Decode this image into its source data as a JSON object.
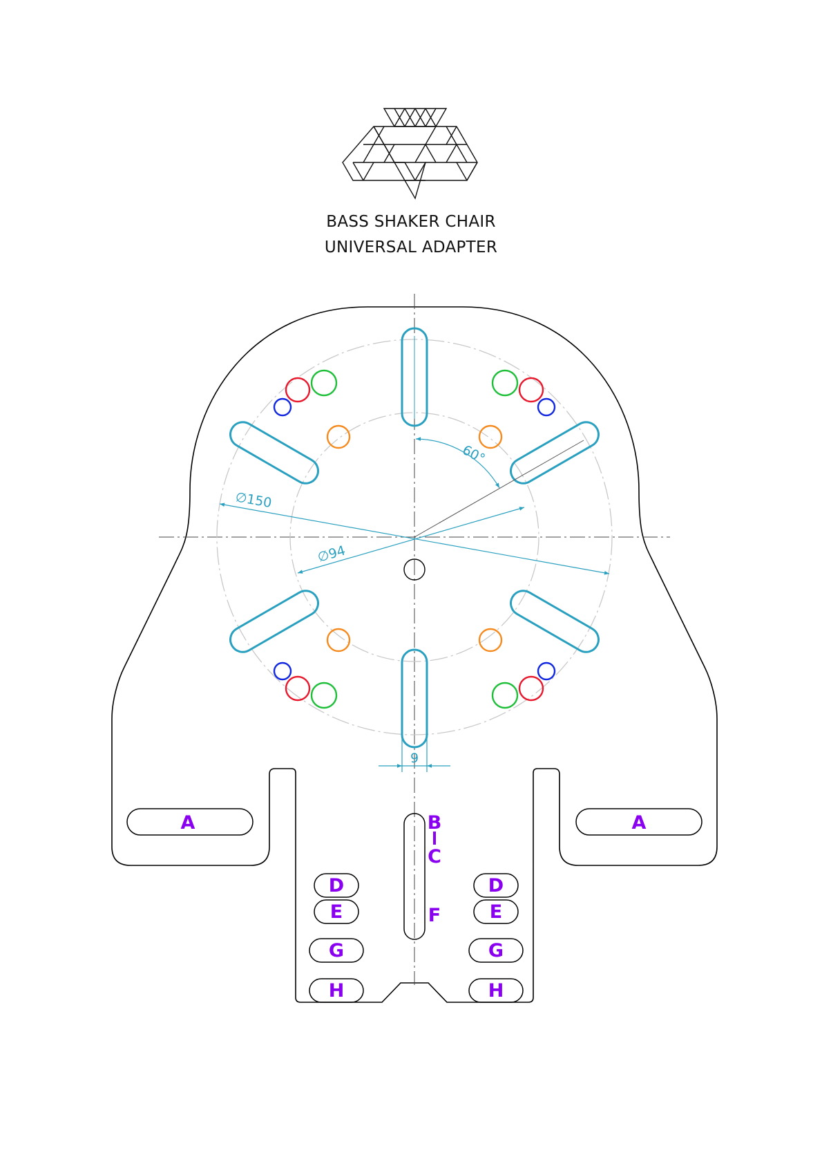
{
  "title_lines": [
    "BASS SHAKER CHAIR",
    "UNIVERSAL ADAPTER"
  ],
  "logo": {
    "icon": "triangle-lattice-logo-icon"
  },
  "dimensions": {
    "large_circle_diameter": "∅150",
    "small_circle_diameter": "∅94",
    "angle": "60°",
    "slot_width": "9"
  },
  "mounting_labels": {
    "a_left": "A",
    "a_right": "A",
    "b": "B",
    "c": "C",
    "f": "F",
    "d_left": "D",
    "d_right": "D",
    "e_left": "E",
    "e_right": "E",
    "g_left": "G",
    "g_right": "G",
    "h_left": "H",
    "h_right": "H"
  },
  "hole_colors": {
    "outline": "#000000",
    "slots": "#2aa0c0",
    "dimension_lines": "#2aa0c0",
    "red_holes": "#e8192c",
    "green_holes": "#1fbf3a",
    "blue_holes": "#1228e0",
    "orange_holes": "#f58a1f",
    "mount_labels": "#8a00f0",
    "pitch_circles": "#c8c8c8"
  }
}
